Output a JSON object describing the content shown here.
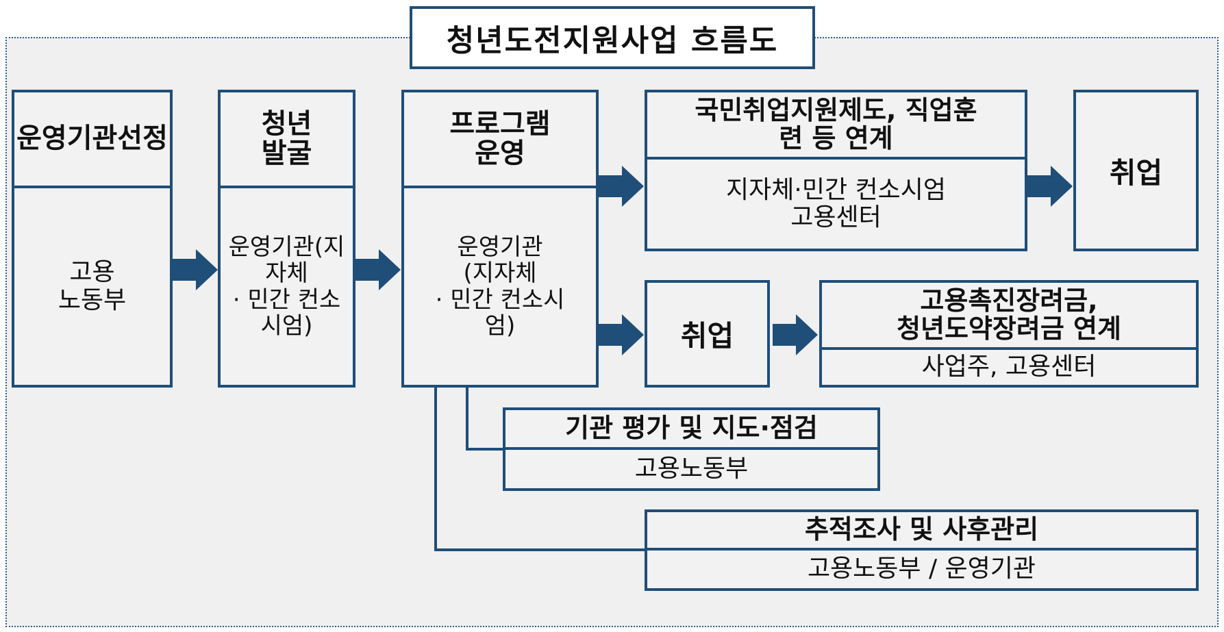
{
  "title": "청년도전지원사업 흐름도",
  "colors": {
    "border": "#1f4e79",
    "arrow": "#1f4e79",
    "background": "#f0f0f0"
  },
  "steps": {
    "operator_selection": {
      "title": "운영기관선정",
      "body": "고용\n노동부"
    },
    "youth_discovery": {
      "title": "청년\n발굴",
      "body": "운영기관(지\n자체\n· 민간 컨소\n시엄)"
    },
    "program_operation": {
      "title": "프로그램\n운영",
      "body": "운영기관\n(지자체\n· 민간 컨소시\n엄)"
    },
    "linkage": {
      "title": "국민취업지원제도, 직업훈\n련 등 연계",
      "body": "지자체·민간 컨소시엄\n고용센터"
    },
    "employment_top": {
      "title": "취업"
    },
    "employment_mid": {
      "title": "취업"
    },
    "incentive": {
      "title": "고용촉진장려금,\n청년도약장려금 연계",
      "body": "사업주, 고용센터"
    },
    "evaluation": {
      "title": "기관 평가 및 지도·점검",
      "body": "고용노동부"
    },
    "followup": {
      "title": "추적조사 및 사후관리",
      "body": "고용노동부 / 운영기관"
    }
  },
  "icons": [
    "arrow-right-icon"
  ]
}
